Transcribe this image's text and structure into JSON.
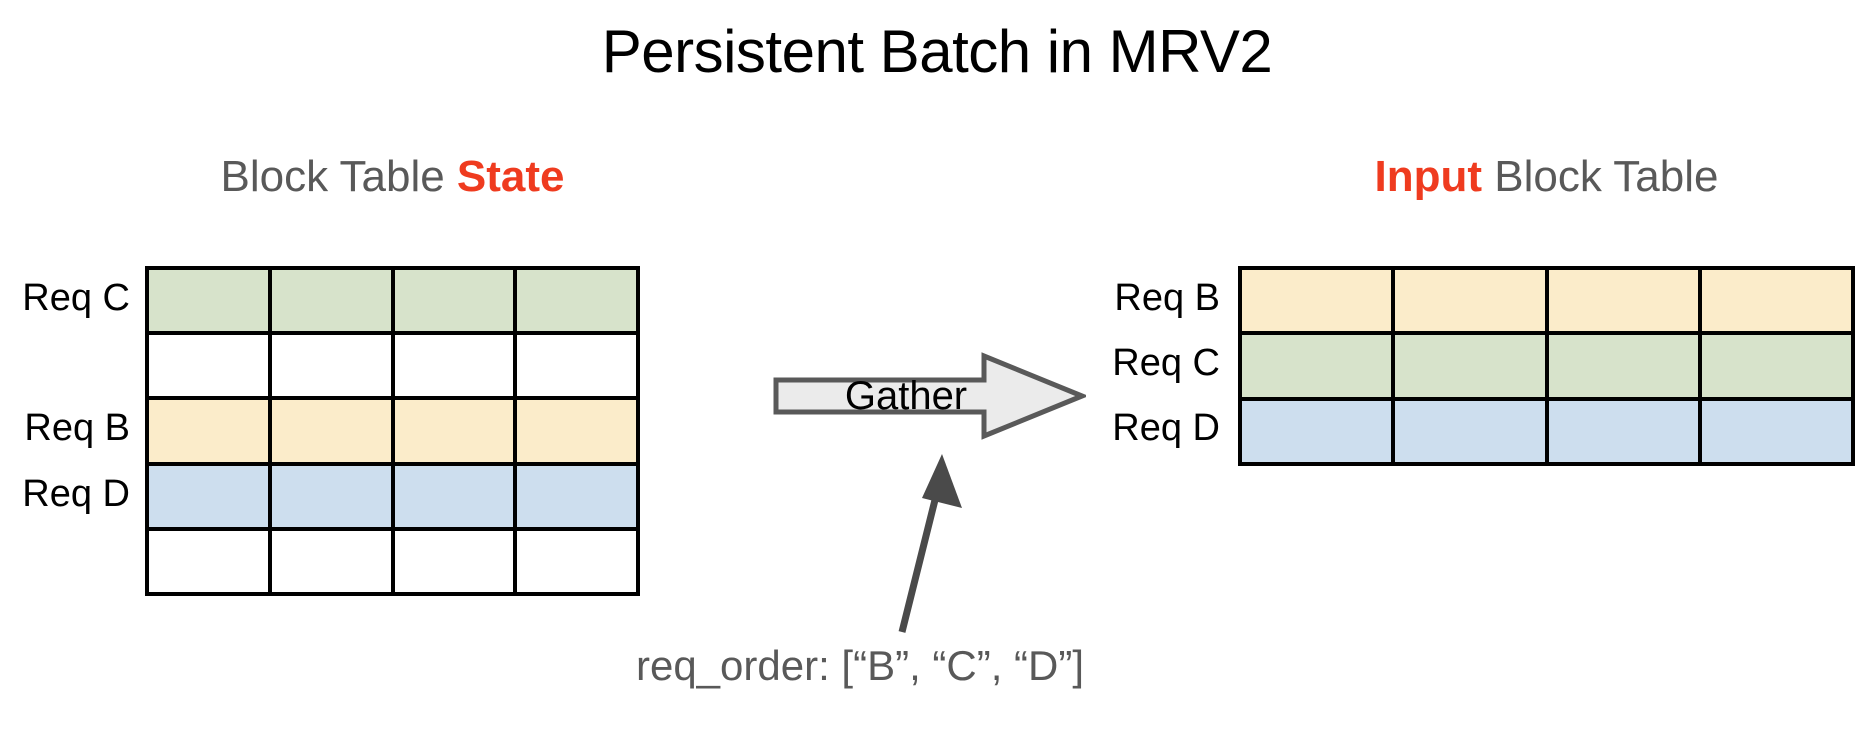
{
  "title": "Persistent Batch in MRV2",
  "colors": {
    "accent_red": "#ef3b1f",
    "heading_gray": "#595959",
    "green": "#d7e3cb",
    "yellow": "#fbecca",
    "blue": "#cddeee",
    "white": "#ffffff",
    "grid_border": "#000000",
    "arrow_fill": "#ebebeb",
    "arrow_stroke": "#595959"
  },
  "left_panel": {
    "heading": {
      "plain_prefix": "Block Table ",
      "accent": "State"
    },
    "columns": 4,
    "rows": [
      {
        "label": "Req C",
        "fill": "green",
        "filled": true
      },
      {
        "label": "",
        "fill": "white",
        "filled": false
      },
      {
        "label": "Req B",
        "fill": "yellow",
        "filled": true
      },
      {
        "label": "Req D",
        "fill": "blue",
        "filled": true
      },
      {
        "label": "",
        "fill": "white",
        "filled": false
      }
    ]
  },
  "right_panel": {
    "heading": {
      "accent": "Input",
      "plain_suffix": " Block Table"
    },
    "columns": 4,
    "rows": [
      {
        "label": "Req B",
        "fill": "yellow",
        "filled": true
      },
      {
        "label": "Req C",
        "fill": "green",
        "filled": true
      },
      {
        "label": "Req D",
        "fill": "blue",
        "filled": true
      }
    ]
  },
  "gather": {
    "label": "Gather"
  },
  "annotation": {
    "text": "req_order: [“B”, “C”, “D”]"
  }
}
